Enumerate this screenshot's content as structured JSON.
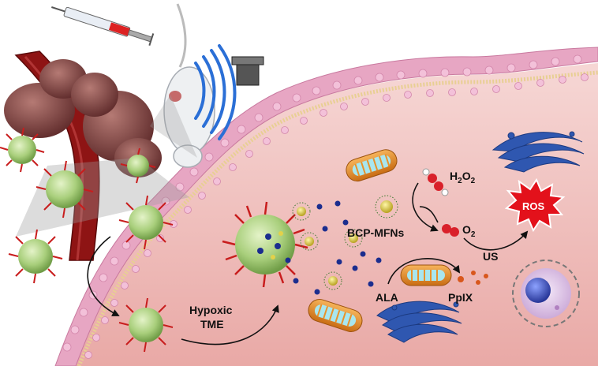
{
  "labels": {
    "h2o2_main": "H",
    "h2o2_sub1": "2",
    "h2o2_o": "O",
    "h2o2_sub2": "2",
    "o2_main": "O",
    "o2_sub": "2",
    "ros": "ROS",
    "bcp_mfns": "BCP-MFNs",
    "us": "US",
    "ala": "ALA",
    "ppix": "PpIX",
    "hypoxic_line1": "Hypoxic",
    "hypoxic_line2": "TME"
  },
  "colors": {
    "membrane_pink": "#e7a6c3",
    "cytoplasm": "#f3c9c8",
    "nanoparticle_green": "#a9cf7c",
    "polymer_red": "#c81d1d",
    "blood_vessel": "#8e1414",
    "tumor": "#8a4a4a",
    "golgi_blue": "#2f57b0",
    "mitochondria_orange": "#e9922a",
    "ros_red": "#e3111b",
    "ultrasound_blue": "#2b6fd6",
    "o2_red": "#d9202a",
    "ppix_orange": "#d8571c"
  },
  "icons": [
    "syringe-icon",
    "mouse-icon",
    "ultrasound-transducer-icon",
    "ultrasound-waves-icon",
    "tumor-icon",
    "blood-vessel-icon",
    "nanoparticle-icon",
    "mitochondria-icon",
    "golgi-apparatus-icon",
    "apoptotic-cell-icon",
    "oxygen-molecule-icon",
    "hydrogen-peroxide-molecule-icon"
  ]
}
